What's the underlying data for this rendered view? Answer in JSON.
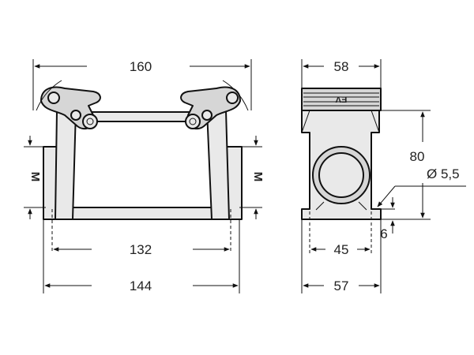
{
  "front_view": {
    "width_overall": "160",
    "inner_span": "132",
    "base_width": "144",
    "thread_left": "M",
    "thread_right": "M"
  },
  "side_view": {
    "width_top": "58",
    "height": "80",
    "hole_dia": "Ø 5,5",
    "base_height": "6",
    "inner_width": "45",
    "base_width": "57",
    "label_mark": "ɅƎ"
  }
}
